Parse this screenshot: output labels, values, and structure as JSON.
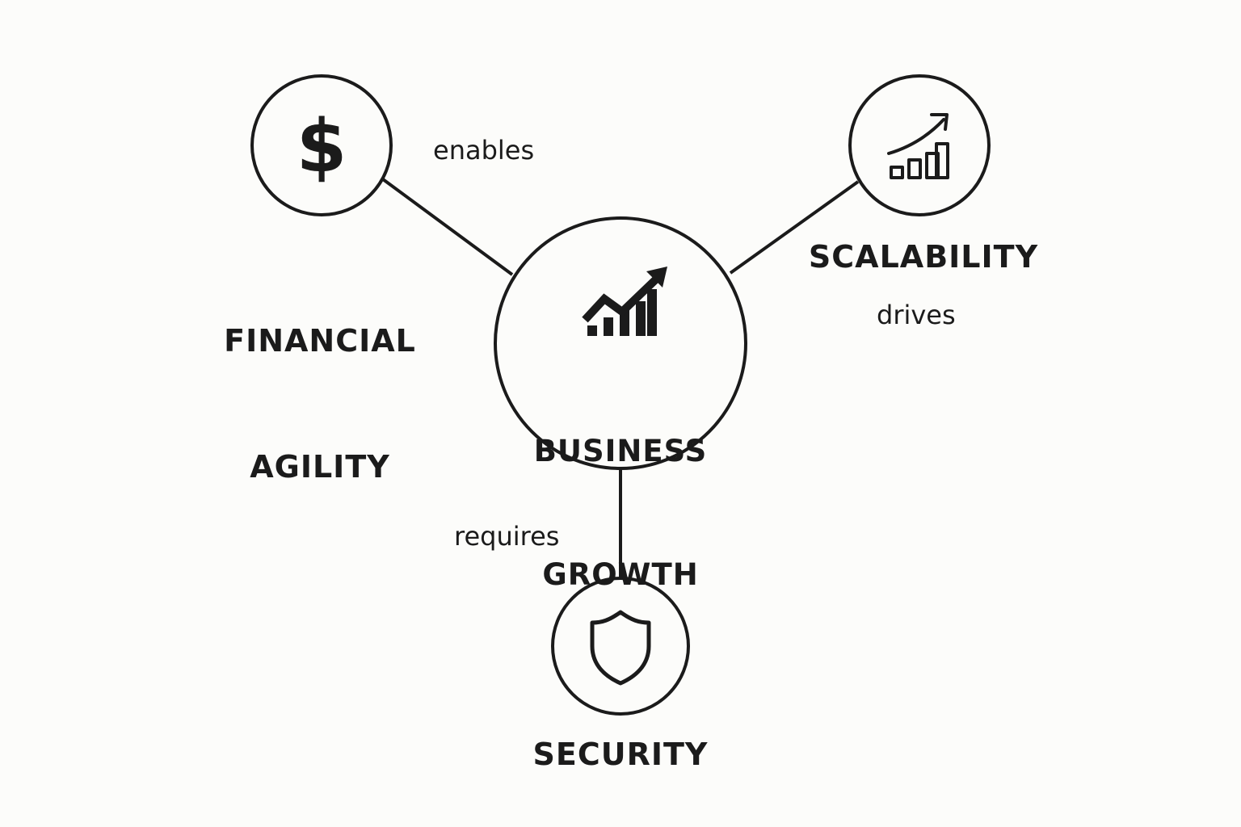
{
  "diagram": {
    "center": {
      "title_line1": "BUSINESS",
      "title_line2": "GROWTH",
      "icon": "growth-chart-icon"
    },
    "nodes": {
      "financial": {
        "title_line1": "FINANCIAL",
        "title_line2": "AGILITY",
        "icon": "dollar-icon",
        "edge_label": "enables"
      },
      "scalability": {
        "title": "SCALABILITY",
        "icon": "trend-bars-icon",
        "edge_label": "drives"
      },
      "security": {
        "title": "SECURITY",
        "icon": "shield-icon",
        "edge_label": "requires"
      }
    },
    "colors": {
      "background": "#fcfcfa",
      "stroke": "#1b1b1b"
    }
  }
}
